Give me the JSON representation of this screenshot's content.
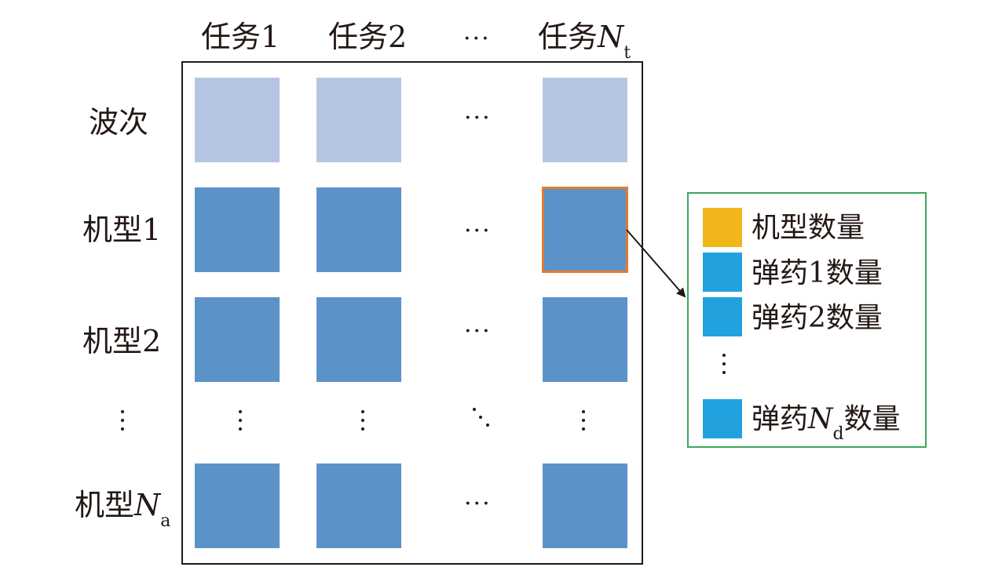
{
  "columns": {
    "task1": "任务1",
    "task2": "任务2",
    "ellipsis": "···",
    "taskN": "任务",
    "taskN_var": "N",
    "taskN_sub": "t"
  },
  "rows": {
    "wave": "波次",
    "type1": "机型1",
    "type2": "机型2",
    "typeN": "机型",
    "typeN_var": "N",
    "typeN_sub": "a"
  },
  "grid": {
    "ellipsis": "···"
  },
  "legend": {
    "items": [
      {
        "label": "机型数量",
        "color": "#f0b61b"
      },
      {
        "label": "弹药1数量",
        "color": "#21a2de"
      },
      {
        "label": "弹药2数量",
        "color": "#21a2de"
      },
      {
        "label_prefix": "弹药",
        "label_var": "N",
        "label_sub": "d",
        "label_suffix": "数量",
        "color": "#21a2de"
      }
    ]
  },
  "colors": {
    "wave_cell": "#b4c5e3",
    "type_cell": "#5b93c9",
    "highlight_border": "#e37b2e",
    "legend_border": "#3aa860"
  }
}
